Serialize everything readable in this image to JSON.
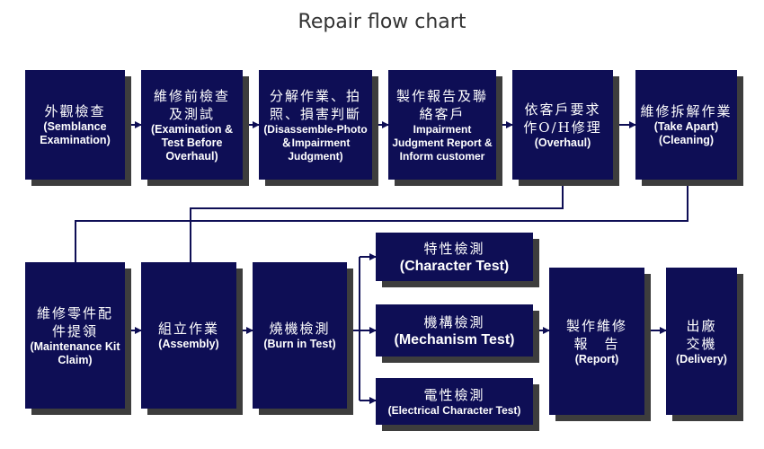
{
  "title": "Repair flow chart",
  "colors": {
    "box_fill": "#0e0e55",
    "shadow": "#3d3d3d",
    "line": "#0e0e55"
  },
  "steps": {
    "semblance": {
      "zh": "外觀檢查",
      "en": "(Semblance Examination)"
    },
    "pre_exam": {
      "zh": "維修前檢查及測試",
      "en": "(Examination & Test Before Overhaul)"
    },
    "disassemble": {
      "zh": "分解作業、拍照、損害判斷",
      "en": "(Disassemble-Photo＆Impairment Judgment)"
    },
    "report": {
      "zh": "製作報告及聯絡客戶",
      "en": "Impairment Judgment Report & Inform customer"
    },
    "overhaul": {
      "zh": "依客戶要求作O/H修理",
      "en": "(Overhaul)"
    },
    "take_apart": {
      "zh": "維修拆解作業",
      "en": "(Take Apart) (Cleaning)"
    },
    "kit": {
      "zh": "維修零件配件提領",
      "en": "(Maintenance Kit Claim)"
    },
    "assembly": {
      "zh": "組立作業",
      "en": "(Assembly)"
    },
    "burn_in": {
      "zh": "燒機檢測",
      "en": "(Burn in Test)"
    },
    "character": {
      "zh": "特性檢測",
      "en": "(Character Test)"
    },
    "mechanism": {
      "zh": "機構檢測",
      "en": "(Mechanism Test)"
    },
    "electrical": {
      "zh": "電性檢測",
      "en": "(Electrical Character Test)"
    },
    "repair_report": {
      "zh": "製作維修報　告",
      "en": "(Report)"
    },
    "delivery": {
      "zh": "出廠交機",
      "en": "(Delivery)"
    }
  }
}
